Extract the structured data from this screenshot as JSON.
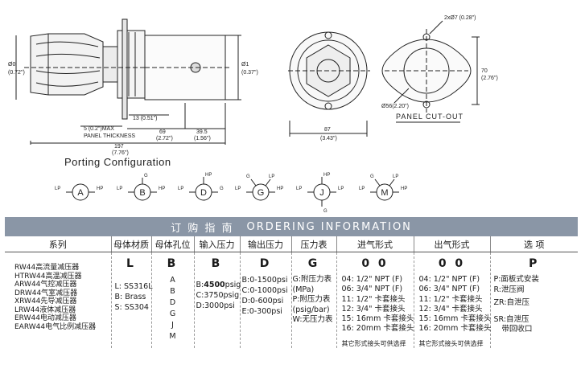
{
  "drawing": {
    "dim_dia_left": "Ø0",
    "dim_dia_left_in": "(0.72\")",
    "dim_dia_right": "Ø1",
    "dim_dia_right_in": "(0.37\")",
    "panel_thickness_a": "5  (0.2\")MAX",
    "panel_thickness_b": "PANEL THICKNESS",
    "dim_13": "13 (0.51\")",
    "dim_69": "69",
    "dim_69_in": "(2.72\")",
    "dim_395": "39.5",
    "dim_395_in": "(1.56\")",
    "dim_197": "197",
    "dim_197_in": "(7.76\")",
    "dim_87": "87",
    "dim_87_in": "(3.43\")",
    "dim_70": "70",
    "dim_70_in": "(2.76\")",
    "dim_hole": "2xØ7 (0.28\")",
    "dim_cutout_dia": "Ø56(2.20\")",
    "panel_cutout": "PANEL CUT-OUT",
    "porting_title": "Porting Configuration",
    "lp": "LP",
    "hp": "HP",
    "g": "G",
    "port_letters": [
      "A",
      "B",
      "D",
      "G",
      "J",
      "M"
    ]
  },
  "banner": {
    "cn": "订 购 指 南",
    "en": "ORDERING  INFORMATION"
  },
  "headers": [
    "系列",
    "母体材质",
    "母体孔位",
    "输入压力",
    "输出压力",
    "压力表",
    "进气形式",
    "出气形式",
    "选 项"
  ],
  "series": [
    "RW44高流量减压器",
    "HTRW44高温减压器",
    "ARW44气控减压器",
    "DRW44气室减压器",
    "XRW44先导减压器",
    "LRW44液体减压器",
    "ERW44电动减压器",
    "EARW44电气比例减压器"
  ],
  "material": {
    "code": "L",
    "options": [
      "L:  SS316L",
      "B:  Brass",
      "S:  SS304"
    ]
  },
  "ports": {
    "code": "B",
    "options": [
      "A",
      "B",
      "D",
      "G",
      "J",
      "M"
    ]
  },
  "inlet_pressure": {
    "code": "B",
    "opt1_prefix": "B:",
    "opt1_bold": "4500",
    "opt1_suffix": "psig",
    "options": [
      "C:3750psig",
      "D:3000psi"
    ]
  },
  "outlet_pressure": {
    "code": "D",
    "options": [
      "B:0-1500psi",
      "C:0-1000psi",
      "D:0-600psi",
      "E:0-300psi"
    ]
  },
  "gauge": {
    "code": "G",
    "options": [
      "G:附压力表",
      "  (MPa)",
      "P:附压力表",
      "(psig/bar)",
      "W:无压力表"
    ]
  },
  "inlet": {
    "code": "0 0",
    "options": [
      "04:  1/2\"  NPT (F)",
      "06:  3/4\"  NPT (F)",
      "11:  1/2\"  卡套接头",
      "12:  3/4\"  卡套接头",
      "15: 16mm 卡套接头",
      "16: 20mm 卡套接头"
    ],
    "note": "其它形式接头可供选择"
  },
  "outlet": {
    "code": "0 0",
    "options": [
      "04:  1/2\"  NPT (F)",
      "06:  3/4\"  NPT (F)",
      "11:  1/2\"  卡套接头",
      "12:  3/4\"  卡套接头",
      "15: 16mm 卡套接头",
      "16: 20mm 卡套接头"
    ],
    "note": "其它形式接头可供选择"
  },
  "options": {
    "code": "P",
    "items": [
      "P:面板式安装",
      "R:泄压阀",
      "",
      "ZR:自泄压",
      "",
      "SR:自泄压",
      "带回收口"
    ]
  }
}
